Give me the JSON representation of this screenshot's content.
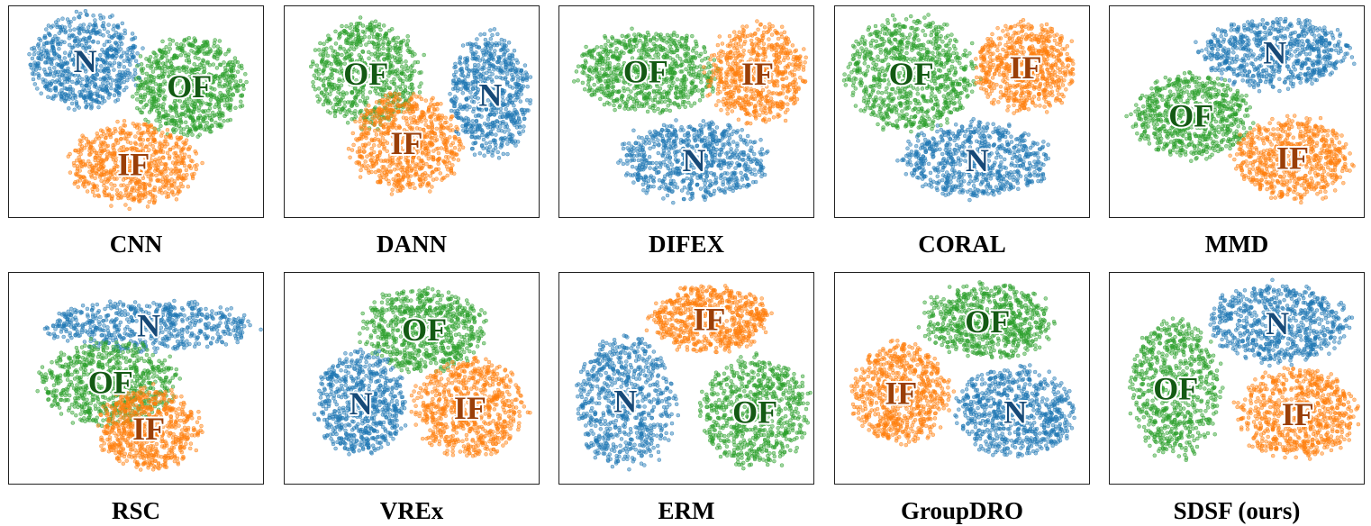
{
  "chart_data": [
    {
      "type": "scatter",
      "title": "CNN",
      "clusters": [
        {
          "label": "N",
          "color": "#1f77b4",
          "cx": 0.3,
          "cy": 0.26,
          "rx": 0.22,
          "ry": 0.24,
          "n": 700
        },
        {
          "label": "OF",
          "color": "#2ca02c",
          "cx": 0.71,
          "cy": 0.38,
          "rx": 0.22,
          "ry": 0.24,
          "n": 750
        },
        {
          "label": "IF",
          "color": "#ff7f0e",
          "cx": 0.49,
          "cy": 0.75,
          "rx": 0.26,
          "ry": 0.2,
          "n": 700
        }
      ]
    },
    {
      "type": "scatter",
      "title": "DANN",
      "clusters": [
        {
          "label": "OF",
          "color": "#2ca02c",
          "cx": 0.32,
          "cy": 0.32,
          "rx": 0.22,
          "ry": 0.26,
          "n": 700
        },
        {
          "label": "N",
          "color": "#1f77b4",
          "cx": 0.81,
          "cy": 0.42,
          "rx": 0.16,
          "ry": 0.3,
          "n": 650
        },
        {
          "label": "IF",
          "color": "#ff7f0e",
          "cx": 0.48,
          "cy": 0.65,
          "rx": 0.22,
          "ry": 0.24,
          "n": 700
        }
      ]
    },
    {
      "type": "scatter",
      "title": "DIFEX",
      "clusters": [
        {
          "label": "OF",
          "color": "#2ca02c",
          "cx": 0.34,
          "cy": 0.31,
          "rx": 0.28,
          "ry": 0.2,
          "n": 800
        },
        {
          "label": "IF",
          "color": "#ff7f0e",
          "cx": 0.78,
          "cy": 0.32,
          "rx": 0.2,
          "ry": 0.24,
          "n": 650
        },
        {
          "label": "N",
          "color": "#1f77b4",
          "cx": 0.53,
          "cy": 0.73,
          "rx": 0.3,
          "ry": 0.19,
          "n": 700
        }
      ]
    },
    {
      "type": "scatter",
      "title": "CORAL",
      "clusters": [
        {
          "label": "OF",
          "color": "#2ca02c",
          "cx": 0.3,
          "cy": 0.32,
          "rx": 0.26,
          "ry": 0.28,
          "n": 850
        },
        {
          "label": "IF",
          "color": "#ff7f0e",
          "cx": 0.75,
          "cy": 0.29,
          "rx": 0.2,
          "ry": 0.22,
          "n": 650
        },
        {
          "label": "N",
          "color": "#1f77b4",
          "cx": 0.56,
          "cy": 0.73,
          "rx": 0.3,
          "ry": 0.18,
          "n": 700
        }
      ]
    },
    {
      "type": "scatter",
      "title": "MMD",
      "clusters": [
        {
          "label": "N",
          "color": "#1f77b4",
          "cx": 0.65,
          "cy": 0.22,
          "rx": 0.3,
          "ry": 0.17,
          "n": 700
        },
        {
          "label": "OF",
          "color": "#2ca02c",
          "cx": 0.32,
          "cy": 0.52,
          "rx": 0.24,
          "ry": 0.2,
          "n": 700
        },
        {
          "label": "IF",
          "color": "#ff7f0e",
          "cx": 0.72,
          "cy": 0.72,
          "rx": 0.24,
          "ry": 0.2,
          "n": 650
        }
      ]
    },
    {
      "type": "scatter",
      "title": "RSC",
      "clusters": [
        {
          "label": "N",
          "color": "#1f77b4",
          "cx": 0.55,
          "cy": 0.25,
          "rx": 0.42,
          "ry": 0.12,
          "n": 600
        },
        {
          "label": "OF",
          "color": "#2ca02c",
          "cx": 0.4,
          "cy": 0.52,
          "rx": 0.28,
          "ry": 0.2,
          "n": 700
        },
        {
          "label": "IF",
          "color": "#ff7f0e",
          "cx": 0.55,
          "cy": 0.74,
          "rx": 0.2,
          "ry": 0.2,
          "n": 650
        }
      ]
    },
    {
      "type": "scatter",
      "title": "VREx",
      "clusters": [
        {
          "label": "OF",
          "color": "#2ca02c",
          "cx": 0.55,
          "cy": 0.27,
          "rx": 0.25,
          "ry": 0.2,
          "n": 700
        },
        {
          "label": "N",
          "color": "#1f77b4",
          "cx": 0.3,
          "cy": 0.62,
          "rx": 0.18,
          "ry": 0.26,
          "n": 650
        },
        {
          "label": "IF",
          "color": "#ff7f0e",
          "cx": 0.73,
          "cy": 0.64,
          "rx": 0.22,
          "ry": 0.24,
          "n": 700
        }
      ]
    },
    {
      "type": "scatter",
      "title": "ERM",
      "clusters": [
        {
          "label": "IF",
          "color": "#ff7f0e",
          "cx": 0.59,
          "cy": 0.22,
          "rx": 0.24,
          "ry": 0.16,
          "n": 650
        },
        {
          "label": "N",
          "color": "#1f77b4",
          "cx": 0.26,
          "cy": 0.61,
          "rx": 0.2,
          "ry": 0.32,
          "n": 700
        },
        {
          "label": "OF",
          "color": "#2ca02c",
          "cx": 0.77,
          "cy": 0.66,
          "rx": 0.22,
          "ry": 0.26,
          "n": 700
        }
      ]
    },
    {
      "type": "scatter",
      "title": "GroupDRO",
      "clusters": [
        {
          "label": "OF",
          "color": "#2ca02c",
          "cx": 0.6,
          "cy": 0.23,
          "rx": 0.26,
          "ry": 0.18,
          "n": 700
        },
        {
          "label": "IF",
          "color": "#ff7f0e",
          "cx": 0.26,
          "cy": 0.57,
          "rx": 0.2,
          "ry": 0.24,
          "n": 700
        },
        {
          "label": "N",
          "color": "#1f77b4",
          "cx": 0.71,
          "cy": 0.66,
          "rx": 0.24,
          "ry": 0.22,
          "n": 700
        }
      ]
    },
    {
      "type": "scatter",
      "title": "SDSF (ours)",
      "clusters": [
        {
          "label": "N",
          "color": "#1f77b4",
          "cx": 0.66,
          "cy": 0.24,
          "rx": 0.28,
          "ry": 0.19,
          "n": 700
        },
        {
          "label": "OF",
          "color": "#2ca02c",
          "cx": 0.26,
          "cy": 0.55,
          "rx": 0.18,
          "ry": 0.34,
          "n": 700
        },
        {
          "label": "IF",
          "color": "#ff7f0e",
          "cx": 0.74,
          "cy": 0.67,
          "rx": 0.24,
          "ry": 0.22,
          "n": 700
        }
      ]
    }
  ]
}
